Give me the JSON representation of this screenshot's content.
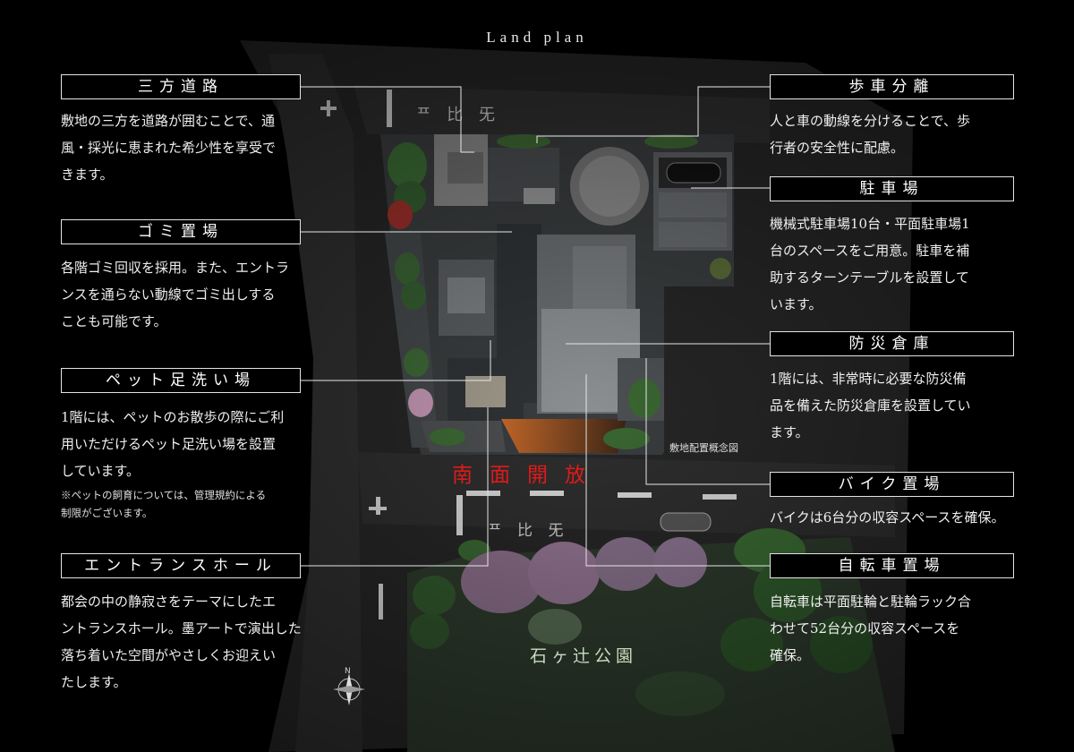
{
  "title": "Land plan",
  "site_caption": "敷地配置概念図",
  "south_label": "南面開放",
  "park_label": "石ヶ辻公園",
  "compass_label": "N",
  "sections": {
    "sanpo": {
      "heading": "三方道路",
      "lines": [
        "敷地の三方を道路が囲むことで、通",
        "風・採光に恵まれた希少性を享受で",
        "きます。"
      ]
    },
    "gomi": {
      "heading": "ゴミ置場",
      "lines": [
        "各階ゴミ回収を採用。また、エントラ",
        "ンスを通らない動線でゴミ出しする",
        "ことも可能です。"
      ]
    },
    "pet": {
      "heading": "ペット足洗い場",
      "lines": [
        "1階には、ペットのお散歩の際にご利",
        "用いただけるペット足洗い場を設置",
        "しています。"
      ],
      "note": [
        "※ペットの飼育については、管理規約による",
        "制限がございます。"
      ]
    },
    "entrance": {
      "heading": "エントランスホール",
      "lines": [
        "都会の中の静寂さをテーマにしたエ",
        "ントランスホール。墨アートで演出した",
        "落ち着いた空間がやさしくお迎えい",
        "たします。"
      ]
    },
    "hosha": {
      "heading": "歩車分離",
      "lines": [
        "人と車の動線を分けることで、歩",
        "行者の安全性に配慮。"
      ]
    },
    "parking": {
      "heading": "駐車場",
      "lines": [
        "機械式駐車場10台・平面駐車場1",
        "台のスペースをご用意。駐車を補",
        "助するターンテーブルを設置して",
        "います。"
      ]
    },
    "bosai": {
      "heading": "防災倉庫",
      "lines": [
        "1階には、非常時に必要な防災備",
        "品を備えた防災倉庫を設置してい",
        "ます。"
      ]
    },
    "bike": {
      "heading": "バイク置場",
      "lines": [
        "バイクは6台分の収容スペースを確保。"
      ]
    },
    "bicycle": {
      "heading": "自転車置場",
      "lines": [
        "自転車は平面駐輪と駐輪ラック合",
        "わせて52台分の収容スペースを",
        "確保。"
      ]
    }
  },
  "colors": {
    "accent_red": "#e01a1a",
    "road": "#2b2b2b",
    "greenery": "#3f6e36",
    "cherry": "#b98aa6",
    "building": "#5a5a5a"
  }
}
